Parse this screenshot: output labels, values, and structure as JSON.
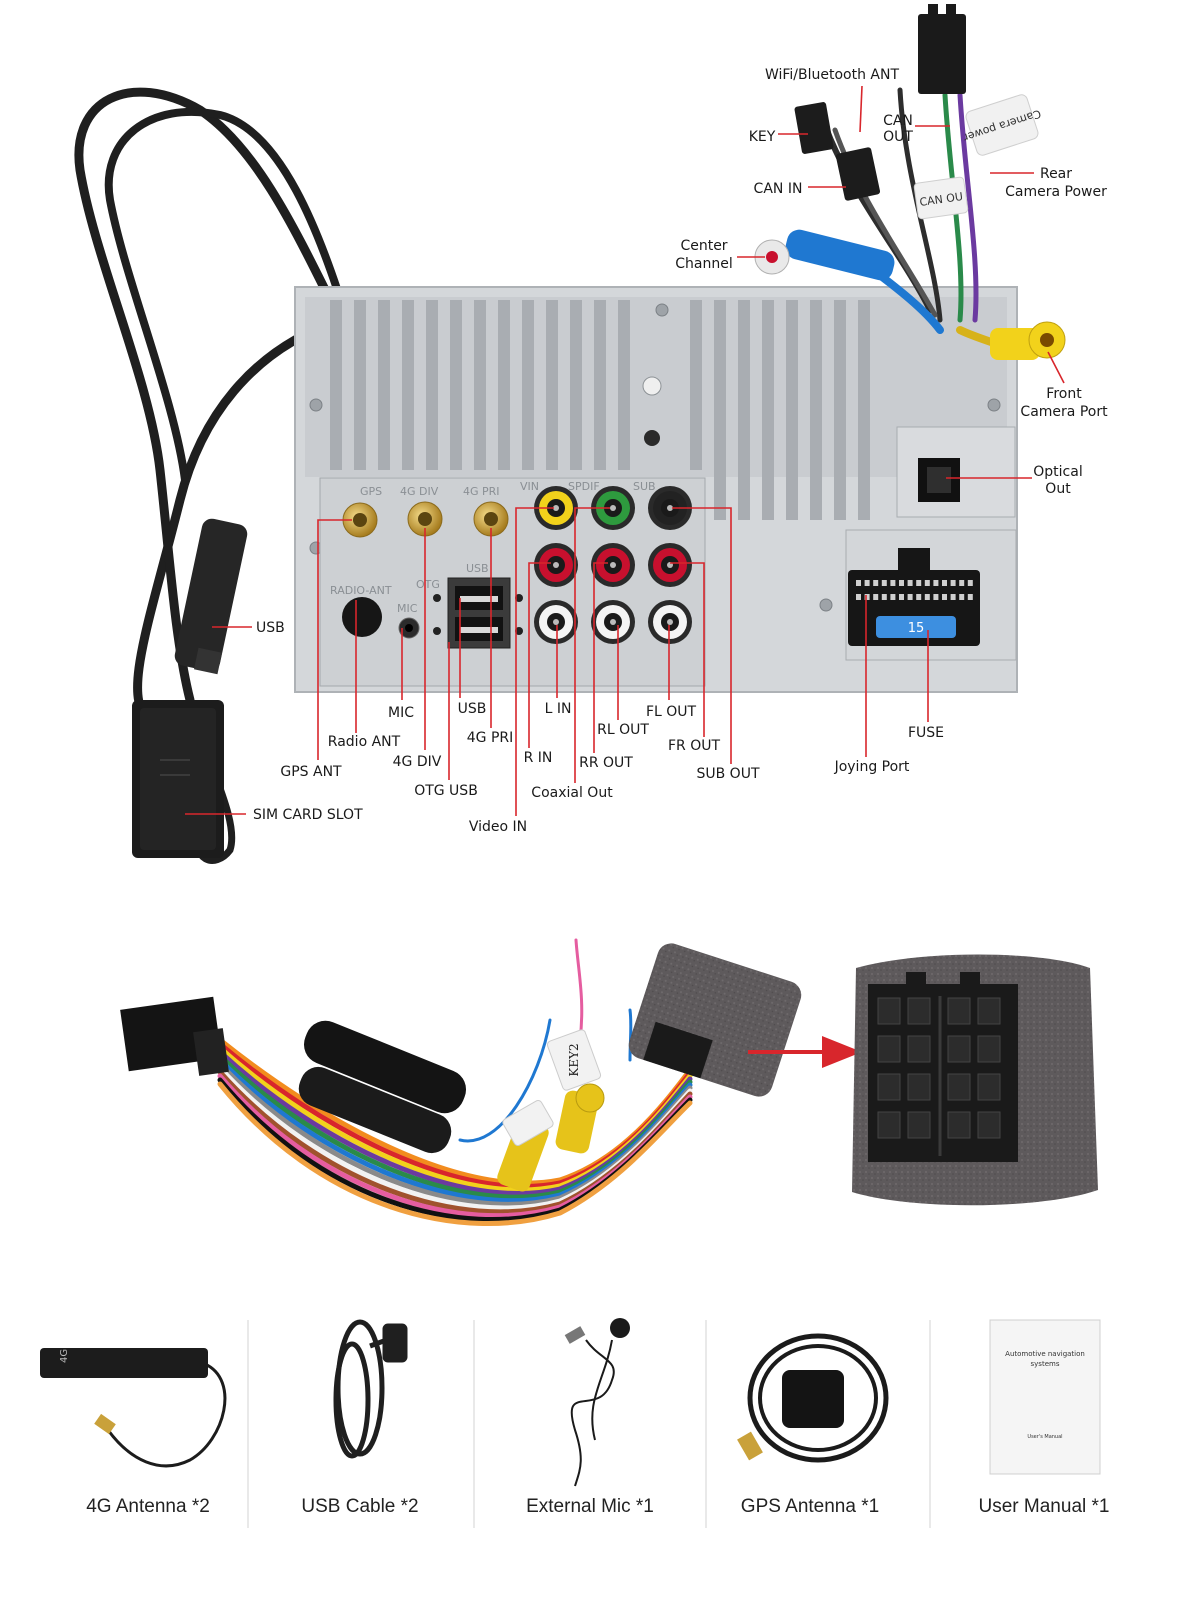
{
  "colors": {
    "leader_line": "#d8262c",
    "panel": "#d4d7da",
    "panel_dark": "#b9bdc1",
    "cable": "#1f1f1f",
    "gold": "#c9a13a",
    "rca_yellow": "#f2d21b",
    "rca_green": "#2e9a3e",
    "rca_red": "#c8102e",
    "rca_white": "#f4f4f4",
    "rca_black": "#222222",
    "rca_blue": "#1f78d1",
    "fuse_blue": "#3d8fe0",
    "foam": "#5e5a5c"
  },
  "labels": {
    "wifi_bt_ant": "WiFi/Bluetooth ANT",
    "key": "KEY",
    "can_out_1": "CAN",
    "can_out_2": "OUT",
    "can_in": "CAN IN",
    "rear_cam_1": "Rear",
    "rear_cam_2": "Camera Power",
    "center_1": "Center",
    "center_2": "Channel",
    "front_cam_1": "Front",
    "front_cam_2": "Camera Port",
    "optical_1": "Optical",
    "optical_2": "Out",
    "usb_side": "USB",
    "sim": "SIM CARD SLOT",
    "mic": "MIC",
    "radio_ant": "Radio ANT",
    "gps_ant": "GPS ANT",
    "div_4g": "4G DIV",
    "usb": "USB",
    "pri_4g": "4G PRI",
    "otg_usb": "OTG USB",
    "video_in": "Video IN",
    "l_in": "L IN",
    "r_in": "R IN",
    "rl_out": "RL OUT",
    "rr_out": "RR OUT",
    "coaxial_out": "Coaxial Out",
    "fl_out": "FL OUT",
    "fr_out": "FR OUT",
    "sub_out": "SUB OUT",
    "joying_port": "Joying Port",
    "fuse": "FUSE"
  },
  "panel_print": {
    "gps": "GPS",
    "div": "4G DIV",
    "pri": "4G PRI",
    "vin": "VIN",
    "spdif": "SPDIF",
    "sub": "SUB",
    "radio_ant": "RADIO-ANT",
    "otg": "OTG",
    "mic": "MIC",
    "usb": "USB",
    "fuse_value": "15"
  },
  "tags": {
    "camera_power": "Camera power",
    "can_ou": "CAN OU",
    "key2": "KEY2"
  },
  "manual": {
    "title_1": "Automotive navigation",
    "title_2": "systems",
    "sub": "User's Manual"
  },
  "accessories": [
    {
      "name": "4G Antenna",
      "qty": "*2"
    },
    {
      "name": "USB Cable",
      "qty": "*2"
    },
    {
      "name": "External Mic",
      "qty": "*1"
    },
    {
      "name": "GPS Antenna",
      "qty": "*1"
    },
    {
      "name": "User Manual",
      "qty": "*1"
    }
  ]
}
